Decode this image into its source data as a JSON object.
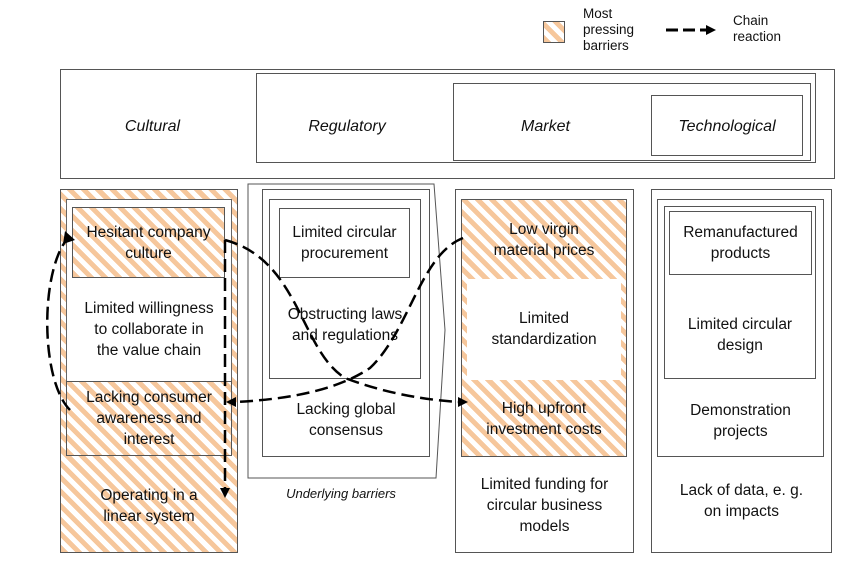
{
  "legend": {
    "hatch_label": "Most\npressing\nbarriers",
    "arrow_label": "Chain\nreaction",
    "hatch_color": "#f6c79c"
  },
  "header": {
    "cultural": "Cultural",
    "regulatory": "Regulatory",
    "market": "Market",
    "technological": "Technological"
  },
  "columns": {
    "cultural": {
      "hesitant": "Hesitant company\nculture",
      "willingness": "Limited willingness\nto collaborate in\nthe value chain",
      "awareness": "Lacking consumer\nawareness and\ninterest",
      "linear": "Operating in a\nlinear system"
    },
    "regulatory": {
      "procurement": "Limited circular\nprocurement",
      "laws": "Obstructing laws\nand regulations",
      "consensus": "Lacking global\nconsensus",
      "underlying": "Underlying barriers"
    },
    "market": {
      "virgin": "Low virgin\nmaterial prices",
      "standardization": "Limited\nstandardization",
      "upfront": "High upfront\ninvestment costs",
      "funding": "Limited funding for\ncircular business\nmodels"
    },
    "technological": {
      "remanufactured": "Remanufactured\nproducts",
      "design": "Limited circular\ndesign",
      "demonstration": "Demonstration\nprojects",
      "data": "Lack of data, e. g.\non impacts"
    }
  }
}
